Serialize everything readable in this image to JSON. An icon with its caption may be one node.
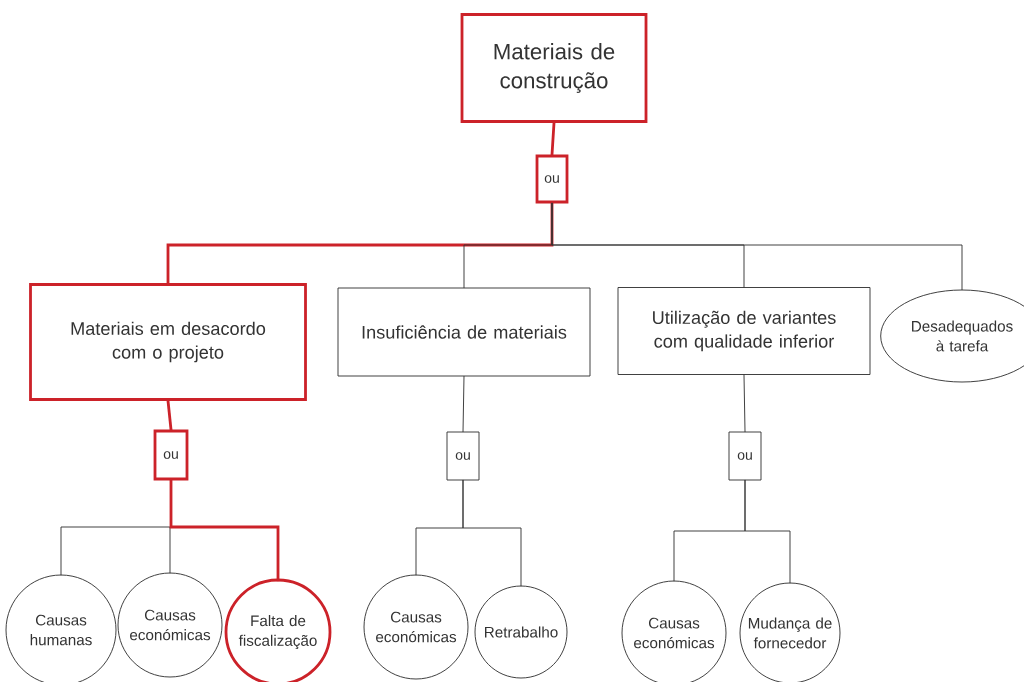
{
  "diagram": {
    "nodes": [
      {
        "text": [
          "Materiais de construção"
        ]
      },
      {
        "text": [
          "ou"
        ]
      },
      {
        "text": [
          "Materiais em desacordo com o projeto"
        ]
      },
      {
        "text": [
          "Insuficiência de materiais"
        ]
      },
      {
        "text": [
          "Utilização de variantes com qualidade inferior"
        ]
      },
      {
        "text": [
          "Desadequados à tarefa"
        ]
      },
      {
        "text": [
          "ou"
        ]
      },
      {
        "text": [
          "ou"
        ]
      },
      {
        "text": [
          "ou"
        ]
      },
      {
        "text": [
          "Causas humanas"
        ]
      },
      {
        "text": [
          "Causas económicas"
        ]
      },
      {
        "text": [
          "Falta de fiscalização"
        ]
      },
      {
        "text": [
          "Causas económicas"
        ]
      },
      {
        "text": [
          "Retrabalho"
        ]
      },
      {
        "text": [
          "Causas económicas"
        ]
      },
      {
        "text": [
          "Mudança de fornecedor"
        ]
      }
    ],
    "edges": [
      {
        "from": 0,
        "to": 1,
        "arrow": "none",
        "style": "thick",
        "color": "#cc2229"
      },
      {
        "from": 1,
        "to": 2,
        "arrow": "none",
        "style": "thick",
        "color": "#cc2229"
      },
      {
        "from": 1,
        "to": 3,
        "arrow": "none"
      },
      {
        "from": 1,
        "to": 4,
        "arrow": "none"
      },
      {
        "from": 1,
        "to": 5,
        "arrow": "none"
      },
      {
        "from": 2,
        "to": 6,
        "arrow": "none",
        "style": "thick",
        "color": "#cc2229"
      },
      {
        "from": 6,
        "to": 9,
        "arrow": "none"
      },
      {
        "from": 6,
        "to": 10,
        "arrow": "none"
      },
      {
        "from": 6,
        "to": 11,
        "arrow": "none",
        "style": "thick",
        "color": "#cc2229"
      },
      {
        "from": 3,
        "to": 7,
        "arrow": "none"
      },
      {
        "from": 7,
        "to": 12,
        "arrow": "none"
      },
      {
        "from": 7,
        "to": 13,
        "arrow": "none"
      },
      {
        "from": 4,
        "to": 8,
        "arrow": "none"
      },
      {
        "from": 8,
        "to": 14,
        "arrow": "none"
      },
      {
        "from": 8,
        "to": 15,
        "arrow": "none"
      }
    ]
  }
}
